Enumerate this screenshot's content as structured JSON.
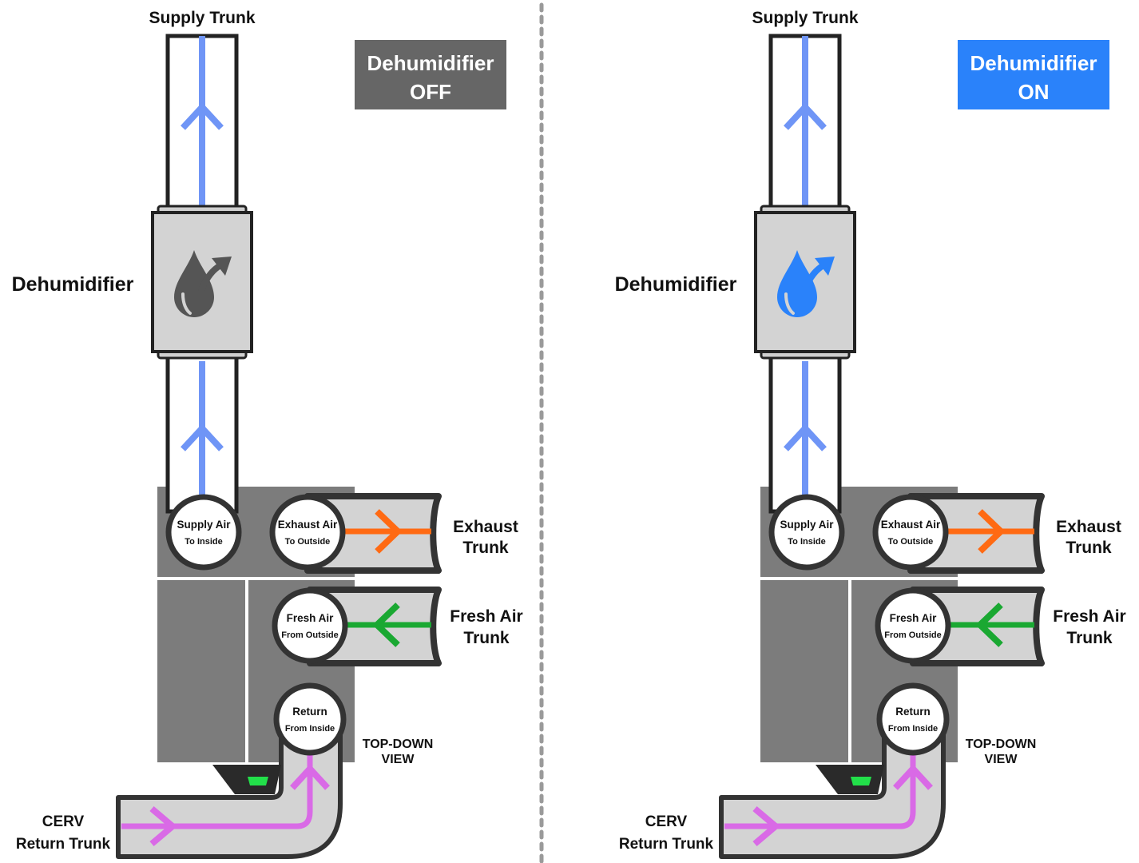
{
  "panels": [
    {
      "status": {
        "line1": "Dehumidifier",
        "line2": "OFF",
        "color": "#666666"
      },
      "dehumidifier_icon_color": "#555555"
    },
    {
      "status": {
        "line1": "Dehumidifier",
        "line2": "ON",
        "color": "#2a82fa"
      },
      "dehumidifier_icon_color": "#2a82fa"
    }
  ],
  "labels": {
    "supply_trunk": "Supply Trunk",
    "dehumidifier": "Dehumidifier",
    "exhaust_trunk": [
      "Exhaust",
      "Trunk"
    ],
    "fresh_air_trunk": [
      "Fresh Air",
      "Trunk"
    ],
    "cerv_return_trunk": [
      "CERV",
      "Return Trunk"
    ],
    "top_down_view": [
      "TOP-DOWN",
      "VIEW"
    ]
  },
  "ports": {
    "supply": {
      "title": "Supply Air",
      "sub": "To Inside"
    },
    "exhaust": {
      "title": "Exhaust Air",
      "sub": "To Outside"
    },
    "fresh": {
      "title": "Fresh Air",
      "sub": "From Outside"
    },
    "return": {
      "title": "Return",
      "sub": "From Inside"
    }
  },
  "colors": {
    "supply_flow": "#6f95f6",
    "exhaust_flow": "#ff6a13",
    "fresh_flow": "#1aa832",
    "return_flow": "#d96ae6",
    "indicator": "#22e04a",
    "divider": "#999999"
  }
}
